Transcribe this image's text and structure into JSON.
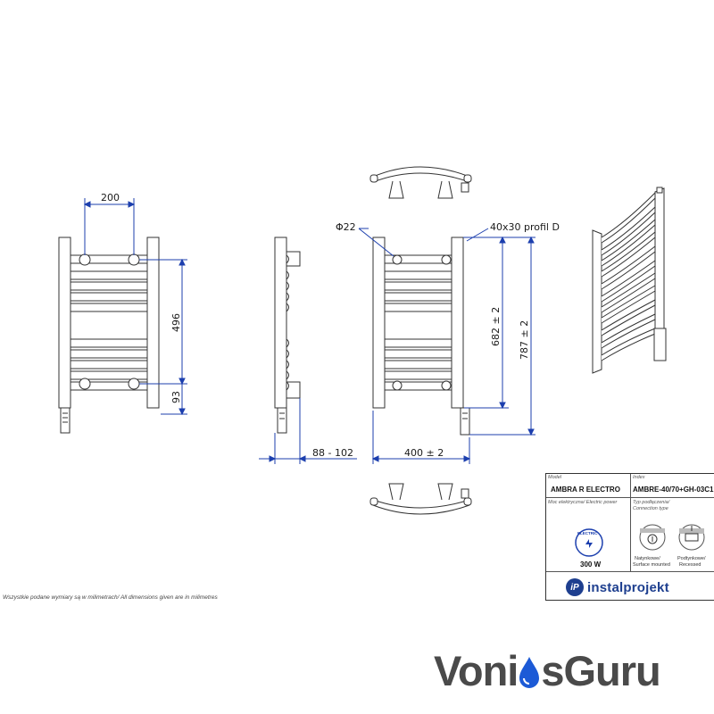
{
  "dimensions": {
    "d200": "200",
    "d496": "496",
    "d93": "93",
    "d88_102": "88 - 102",
    "d400": "400 ± 2",
    "d682": "682 ± 2",
    "d787": "787 ± 2",
    "phi22": "Φ22",
    "profil": "40x30 profil D"
  },
  "note": "Wszystkie podane wymiary są w milimetrach/ All dimensions given are in milimetres",
  "title_block": {
    "model_label": "Model",
    "model_value": "AMBRA R ELECTRO",
    "index_label": "Index",
    "index_value": "AMBRE-40/70+GH-03C1",
    "power_label": "Moc elektryczna/ Electric power",
    "electric_badge": "ELECTRIC",
    "power_value": "300 W",
    "connection_label": "Typ podłączenia/",
    "connection_label_en": "Connection type",
    "surface_pl": "Natynkowe/",
    "surface_en": "Surface mounted",
    "recessed_pl": "Podtynkowe/",
    "recessed_en": "Recessed"
  },
  "logo": {
    "mark": "iP",
    "text": "instalprojekt"
  },
  "brand": {
    "part1": "Voni",
    "part2": "sGuru"
  },
  "colors": {
    "brand_blue": "#1e3f8f",
    "drop_blue": "#1c5ad6",
    "brand_gray": "#4a4a4a"
  }
}
